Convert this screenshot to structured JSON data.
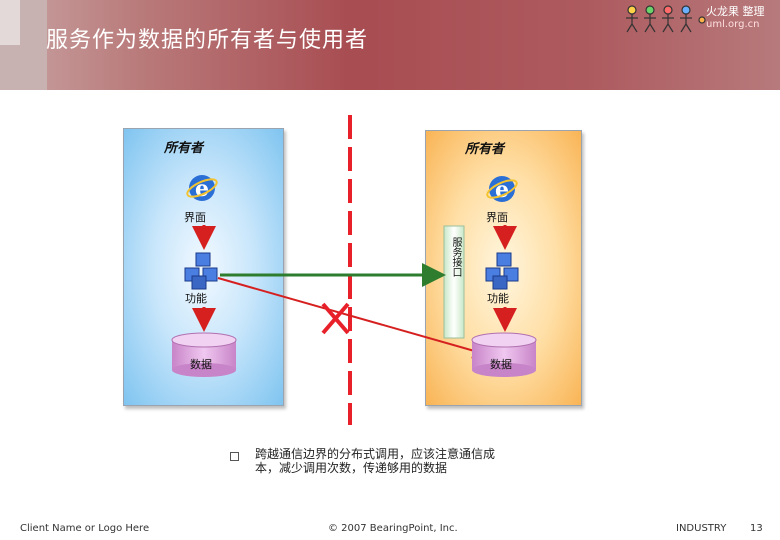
{
  "slide": {
    "title": "服务作为数据的所有者与使用者",
    "logo_text": "火龙果 整理",
    "logo_url": "uml.org.cn"
  },
  "left_panel": {
    "owner": "所有者",
    "interface": "界面",
    "function": "功能",
    "data": "数据"
  },
  "right_panel": {
    "owner": "所有者",
    "interface": "界面",
    "function": "功能",
    "data": "数据",
    "service_interface": "服务接口"
  },
  "bullet": {
    "text": "跨越通信边界的分布式调用，应该注意通信成本，减少调用次数，传递够用的数据"
  },
  "footer": {
    "client": "Client Name or Logo Here",
    "copyright": "© 2007 BearingPoint, Inc.",
    "industry": "INDUSTRY",
    "page": "13"
  },
  "colors": {
    "header": "#a84d52",
    "left_panel": "#7fc4f0",
    "right_panel": "#f9b455",
    "boundary": "#e8202a",
    "good_arrow": "#2e7d2e",
    "bad_arrow": "#d62020",
    "cylinder": "#d9a0d9"
  },
  "icons": [
    "ie-icon",
    "cubes-icon",
    "database-icon",
    "cross-icon",
    "people-icon"
  ]
}
